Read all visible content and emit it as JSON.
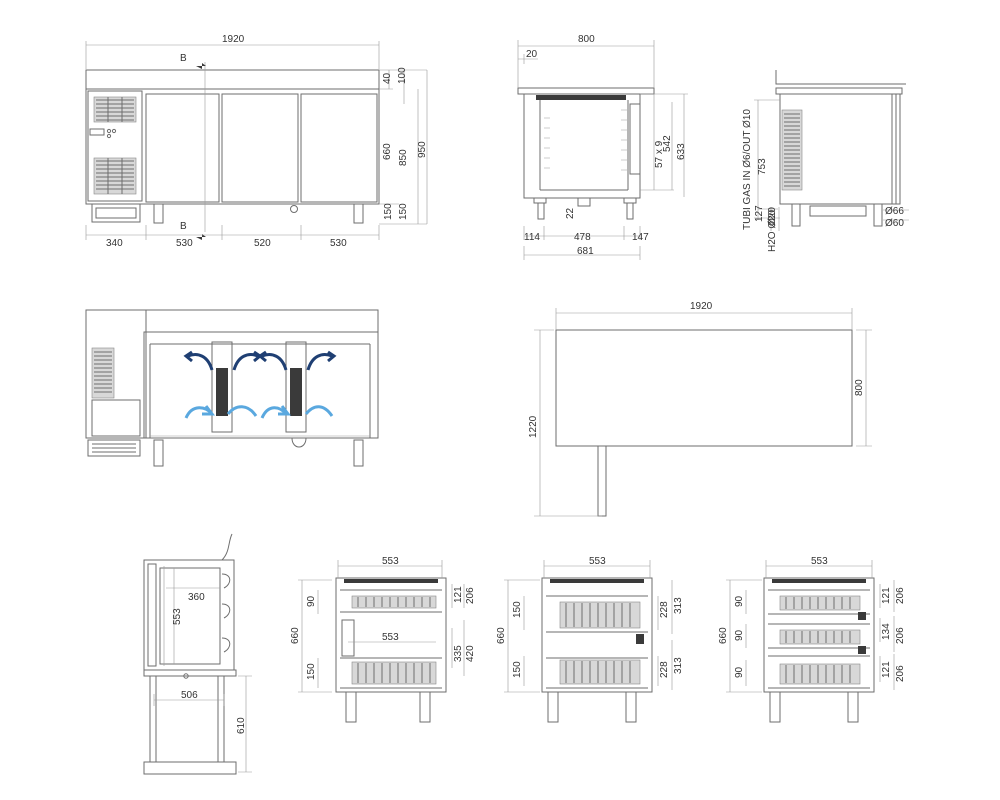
{
  "front": {
    "width": "1920",
    "section_mark_top": "B",
    "section_mark_bottom": "B",
    "h_top_40": "40",
    "h_top_100": "100",
    "h_660": "660",
    "h_850": "850",
    "h_950": "950",
    "h_150": "150",
    "h_150b": "150",
    "w_340": "340",
    "w_530a": "530",
    "w_520": "520",
    "w_530b": "530"
  },
  "side": {
    "width": "800",
    "offset": "20",
    "h_57x9": "57 x 9",
    "h_542": "542",
    "h_633": "633",
    "leg": "22",
    "w_114": "114",
    "w_478": "478",
    "w_147": "147",
    "w_681": "681"
  },
  "rear": {
    "h_753": "753",
    "gas_note": "TUBI GAS IN Ø6/OUT Ø10",
    "h_127": "127",
    "water_note": "H2O Ø20",
    "water_dia": "Ø20",
    "dia_66": "Ø66",
    "dia_60": "Ø60"
  },
  "plan": {
    "width": "1920",
    "depth": "800",
    "open_depth": "1220"
  },
  "door": {
    "inner_w": "360",
    "inner_h": "553",
    "base_w": "506",
    "leg_h": "610"
  },
  "sec1": {
    "top_w": "553",
    "mid_w": "553",
    "h_90": "90",
    "h_121": "121",
    "h_206": "206",
    "h_660": "660",
    "h_335": "335",
    "h_420": "420",
    "h_150": "150"
  },
  "sec2": {
    "top_w": "553",
    "h_150a": "150",
    "h_228a": "228",
    "h_313a": "313",
    "h_660": "660",
    "h_150b": "150",
    "h_228b": "228",
    "h_313b": "313"
  },
  "sec3": {
    "top_w": "553",
    "h_90a": "90",
    "h_121a": "121",
    "h_206a": "206",
    "h_660": "660",
    "h_90b": "90",
    "h_134": "134",
    "h_206b": "206",
    "h_90c": "90",
    "h_121b": "121",
    "h_206c": "206"
  }
}
